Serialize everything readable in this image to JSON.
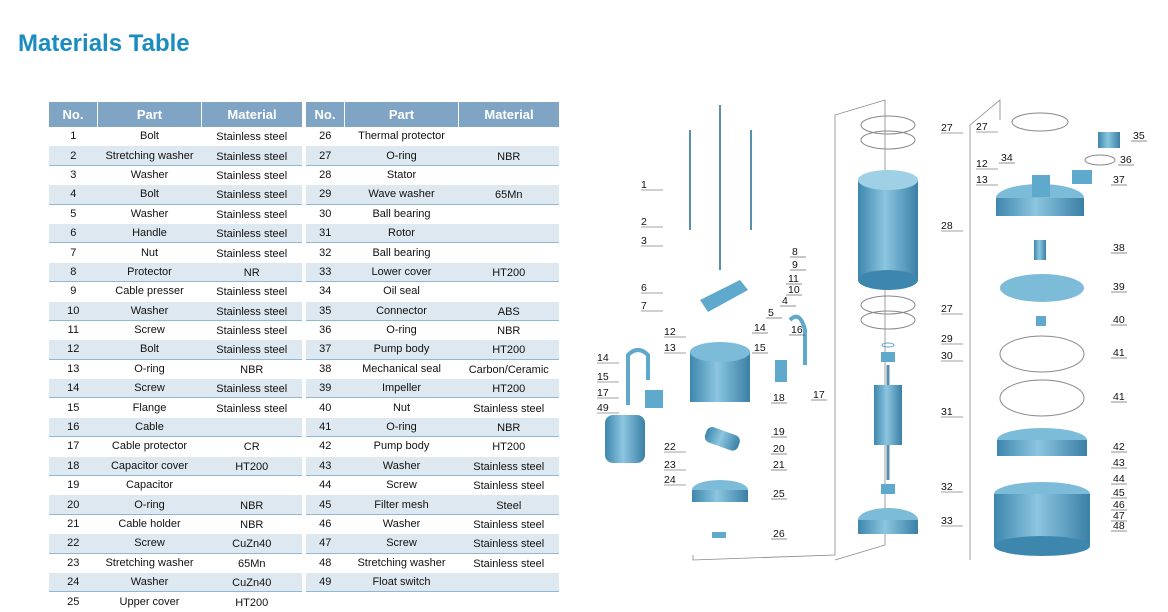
{
  "title": "Materials Table",
  "headers": {
    "no": "No.",
    "part": "Part",
    "material": "Material"
  },
  "left_rows": [
    {
      "no": "1",
      "part": "Bolt",
      "material": "Stainless steel"
    },
    {
      "no": "2",
      "part": "Stretching washer",
      "material": "Stainless steel"
    },
    {
      "no": "3",
      "part": "Washer",
      "material": "Stainless steel"
    },
    {
      "no": "4",
      "part": "Bolt",
      "material": "Stainless steel"
    },
    {
      "no": "5",
      "part": "Washer",
      "material": "Stainless steel"
    },
    {
      "no": "6",
      "part": "Handle",
      "material": "Stainless steel"
    },
    {
      "no": "7",
      "part": "Nut",
      "material": "Stainless steel"
    },
    {
      "no": "8",
      "part": "Protector",
      "material": "NR"
    },
    {
      "no": "9",
      "part": "Cable presser",
      "material": "Stainless steel"
    },
    {
      "no": "10",
      "part": "Washer",
      "material": "Stainless steel"
    },
    {
      "no": "11",
      "part": "Screw",
      "material": "Stainless steel"
    },
    {
      "no": "12",
      "part": "Bolt",
      "material": "Stainless steel"
    },
    {
      "no": "13",
      "part": "O-ring",
      "material": "NBR"
    },
    {
      "no": "14",
      "part": "Screw",
      "material": "Stainless steel"
    },
    {
      "no": "15",
      "part": "Flange",
      "material": "Stainless steel"
    },
    {
      "no": "16",
      "part": "Cable",
      "material": ""
    },
    {
      "no": "17",
      "part": "Cable protector",
      "material": "CR"
    },
    {
      "no": "18",
      "part": "Capacitor cover",
      "material": "HT200"
    },
    {
      "no": "19",
      "part": "Capacitor",
      "material": ""
    },
    {
      "no": "20",
      "part": "O-ring",
      "material": "NBR"
    },
    {
      "no": "21",
      "part": "Cable holder",
      "material": "NBR"
    },
    {
      "no": "22",
      "part": "Screw",
      "material": "CuZn40"
    },
    {
      "no": "23",
      "part": "Stretching washer",
      "material": "65Mn"
    },
    {
      "no": "24",
      "part": "Washer",
      "material": "CuZn40"
    },
    {
      "no": "25",
      "part": "Upper cover",
      "material": "HT200"
    }
  ],
  "right_rows": [
    {
      "no": "26",
      "part": "Thermal protector",
      "material": ""
    },
    {
      "no": "27",
      "part": "O-ring",
      "material": "NBR"
    },
    {
      "no": "28",
      "part": "Stator",
      "material": ""
    },
    {
      "no": "29",
      "part": "Wave washer",
      "material": "65Mn"
    },
    {
      "no": "30",
      "part": "Ball bearing",
      "material": ""
    },
    {
      "no": "31",
      "part": "Rotor",
      "material": ""
    },
    {
      "no": "32",
      "part": "Ball bearing",
      "material": ""
    },
    {
      "no": "33",
      "part": "Lower cover",
      "material": "HT200"
    },
    {
      "no": "34",
      "part": "Oil seal",
      "material": ""
    },
    {
      "no": "35",
      "part": "Connector",
      "material": "ABS"
    },
    {
      "no": "36",
      "part": "O-ring",
      "material": "NBR"
    },
    {
      "no": "37",
      "part": "Pump body",
      "material": "HT200"
    },
    {
      "no": "38",
      "part": "Mechanical seal",
      "material": "Carbon/Ceramic"
    },
    {
      "no": "39",
      "part": "Impeller",
      "material": "HT200"
    },
    {
      "no": "40",
      "part": "Nut",
      "material": "Stainless steel"
    },
    {
      "no": "41",
      "part": "O-ring",
      "material": "NBR"
    },
    {
      "no": "42",
      "part": "Pump body",
      "material": "HT200"
    },
    {
      "no": "43",
      "part": "Washer",
      "material": "Stainless steel"
    },
    {
      "no": "44",
      "part": "Screw",
      "material": "Stainless steel"
    },
    {
      "no": "45",
      "part": "Filter mesh",
      "material": "Steel"
    },
    {
      "no": "46",
      "part": "Washer",
      "material": "Stainless steel"
    },
    {
      "no": "47",
      "part": "Screw",
      "material": "Stainless steel"
    },
    {
      "no": "48",
      "part": "Stretching washer",
      "material": "Stainless steel"
    },
    {
      "no": "49",
      "part": "Float switch",
      "material": ""
    }
  ],
  "diagram_labels": [
    "1",
    "2",
    "3",
    "8",
    "9",
    "11",
    "10",
    "4",
    "6",
    "7",
    "5",
    "12",
    "14",
    "16",
    "13",
    "15",
    "14",
    "15",
    "17",
    "49",
    "18",
    "17",
    "19",
    "20",
    "21",
    "22",
    "23",
    "24",
    "25",
    "26",
    "27",
    "28",
    "27",
    "29",
    "30",
    "31",
    "32",
    "33",
    "27",
    "35",
    "34",
    "36",
    "12",
    "13",
    "37",
    "38",
    "39",
    "40",
    "41",
    "41",
    "42",
    "43",
    "44",
    "45",
    "46",
    "47",
    "48"
  ],
  "colors": {
    "title": "#1b8cc0",
    "header_bg": "#7fa4c4",
    "row_alt": "#dde8f1",
    "part_blue": "#5ea9cc"
  }
}
